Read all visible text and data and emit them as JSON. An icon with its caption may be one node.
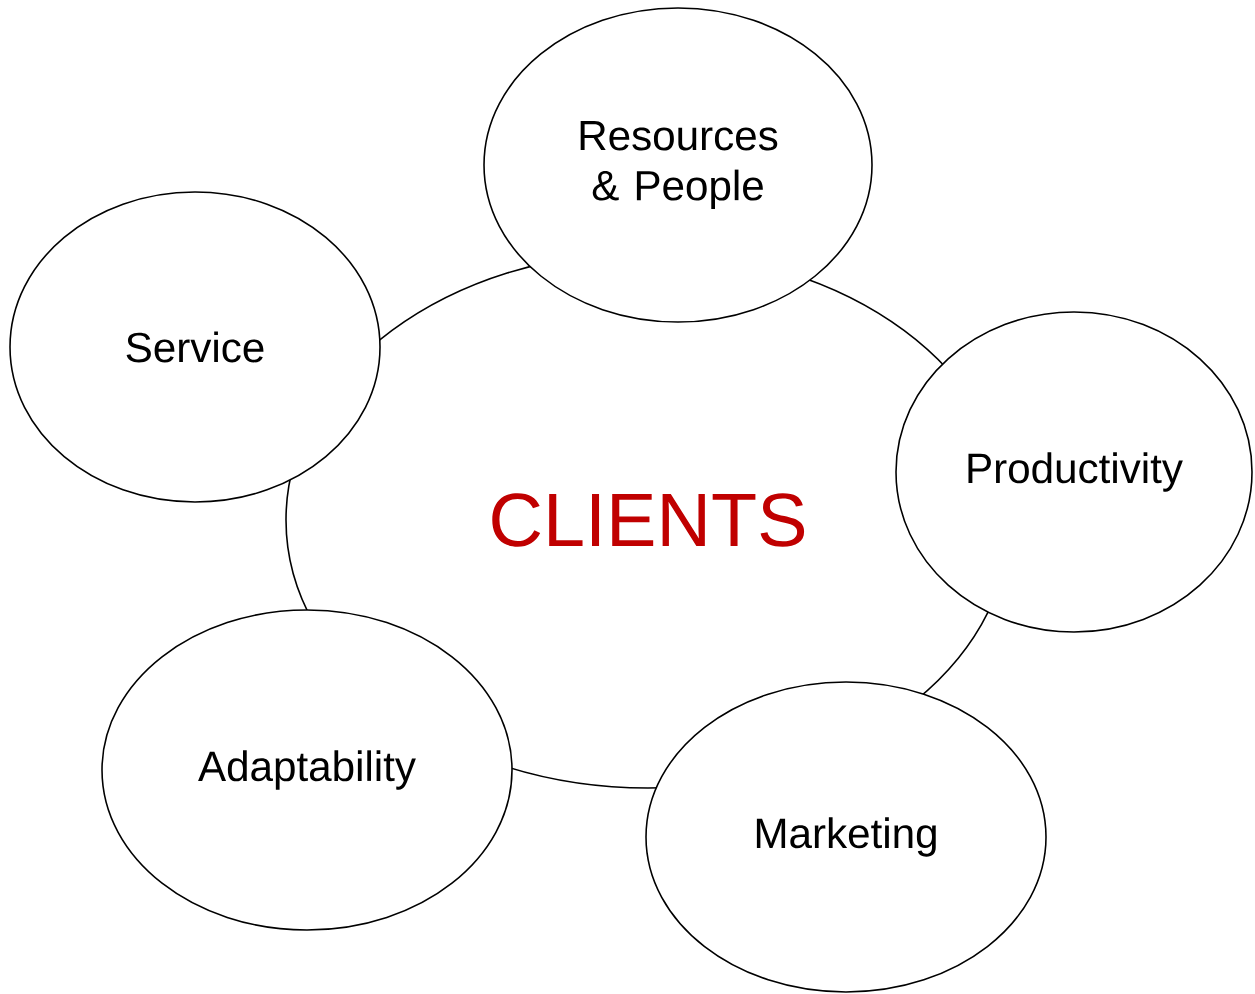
{
  "diagram": {
    "nodes": [
      {
        "text": [
          "CLIENTS"
        ]
      },
      {
        "text": [
          "Resources & People"
        ]
      },
      {
        "text": [
          "Service"
        ]
      },
      {
        "text": [
          "Productivity"
        ]
      },
      {
        "text": [
          "Adaptability"
        ]
      },
      {
        "text": [
          "Marketing"
        ]
      }
    ]
  }
}
